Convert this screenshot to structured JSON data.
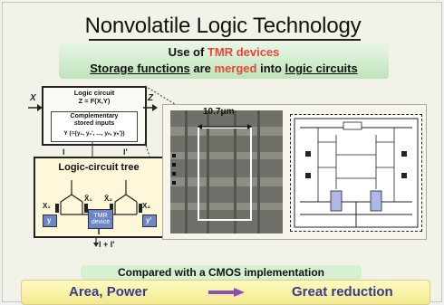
{
  "slide": {
    "title": "Nonvolatile Logic Technology",
    "headline": {
      "line1_prefix": "Use of ",
      "line1_highlight": "TMR devices",
      "line2_part1": "Storage functions",
      "line2_part2": " are ",
      "line2_highlight": "merged",
      "line2_part3": " into ",
      "line2_part4": "logic circuits"
    }
  },
  "logic_block": {
    "title_line1": "Logic circuit",
    "title_line2": "Z = F(X,Y)",
    "comp_line1": "Complementary",
    "comp_line2": "stored inputs",
    "y_text": "Y (={y₁, y₁', ..., yₙ, yₙ'})",
    "input_label": "X",
    "output_label": "Z"
  },
  "tree": {
    "title": "Logic-circuit tree",
    "label_I": "I",
    "label_I_prime": "I'",
    "label_sum": "I + I'",
    "x1": "X₁",
    "x1_bar": "X̄₁",
    "x2": "X₂",
    "x2_bar": "X̄₂",
    "y_left": "y",
    "y_right": "y'",
    "tmr_label": "TMR device"
  },
  "micrograph": {
    "dimension": "10.7μm"
  },
  "bottom": {
    "comparison": "Compared with a CMOS implementation",
    "left": "Area, Power",
    "right": "Great reduction"
  },
  "colors": {
    "accent_red": "#e8473a",
    "green": "#bfe4b9",
    "yellow": "#f3e98f",
    "navy": "#3a3a8c",
    "purple_arrow": "#8a4fb5"
  }
}
